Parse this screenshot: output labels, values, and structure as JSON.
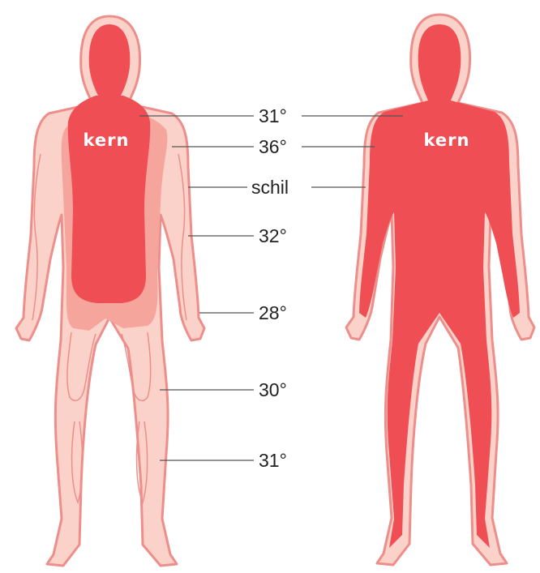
{
  "colors": {
    "skin": "#FBD2C9",
    "outline": "#EE8E8B",
    "shell_warm": "#F6A59C",
    "core": "#EF4F54",
    "text": "#222222",
    "core_text": "#FFFFFF",
    "line": "#555555"
  },
  "left_figure": {
    "core_label": "kern"
  },
  "right_figure": {
    "core_label": "kern"
  },
  "labels": [
    {
      "text": "31°"
    },
    {
      "text": "36°"
    },
    {
      "text": "schil"
    },
    {
      "text": "32°"
    },
    {
      "text": "28°"
    },
    {
      "text": "30°"
    },
    {
      "text": "31°"
    }
  ]
}
